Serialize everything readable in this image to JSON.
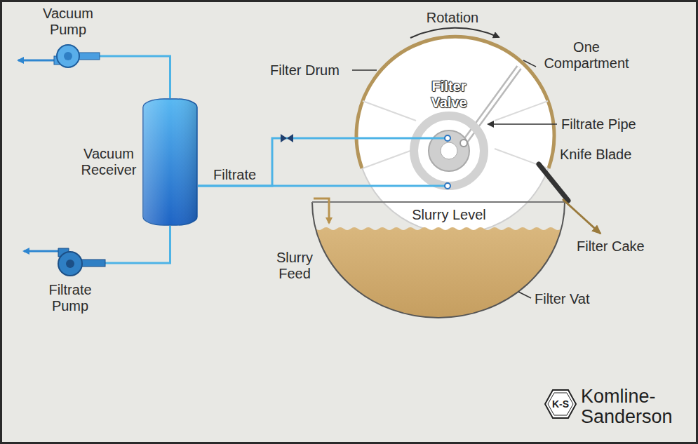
{
  "diagram": {
    "nodes": [
      {
        "text": [
          "Vacuum Pump"
        ]
      },
      {
        "text": [
          "Vacuum Receiver"
        ]
      },
      {
        "text": [
          "Filtrate Pump"
        ]
      },
      {
        "text": [
          "Filter Valve"
        ]
      },
      {
        "text": [
          "K-S"
        ]
      }
    ],
    "edges": [
      {
        "from": 1,
        "to": 0,
        "arrow": "none"
      },
      {
        "from": 1,
        "to": 2,
        "arrow": "none"
      },
      {
        "from": 3,
        "to": 1,
        "label": "Filtrate",
        "arrow": "none"
      },
      {
        "from": 3,
        "to": 1,
        "arrow": "none"
      }
    ],
    "labels": [
      "Rotation",
      "Filter Drum",
      "One Compartment",
      "Filtrate Pipe",
      "Knife Blade",
      "Slurry Level",
      "Filter Cake",
      "Slurry Feed",
      "Filter Vat",
      "Komline- Sanderson"
    ]
  }
}
